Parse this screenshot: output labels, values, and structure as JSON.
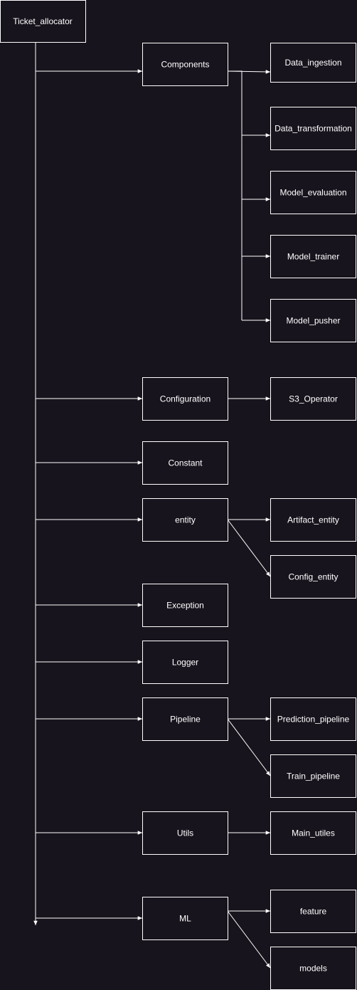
{
  "diagram": {
    "root": "Ticket_allocator",
    "components": {
      "label": "Components",
      "children": [
        "Data_ingestion",
        "Data_transformation",
        "Model_evaluation",
        "Model_trainer",
        "Model_pusher"
      ]
    },
    "configuration": {
      "label": "Configuration",
      "children": [
        "S3_Operator"
      ]
    },
    "constant": {
      "label": "Constant",
      "children": []
    },
    "entity": {
      "label": "entity",
      "children": [
        "Artifact_entity",
        "Config_entity"
      ]
    },
    "exception": {
      "label": "Exception",
      "children": []
    },
    "logger": {
      "label": "Logger",
      "children": []
    },
    "pipeline": {
      "label": "Pipeline",
      "children": [
        "Prediction_pipeline",
        "Train_pipeline"
      ]
    },
    "utils": {
      "label": "Utils",
      "children": [
        "Main_utiles"
      ]
    },
    "ml": {
      "label": "ML",
      "children": [
        "feature",
        "models"
      ]
    }
  }
}
